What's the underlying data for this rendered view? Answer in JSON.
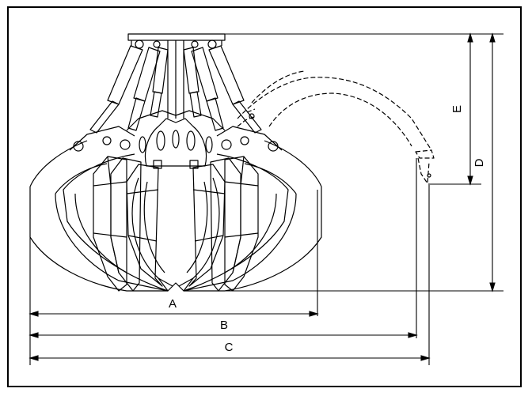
{
  "dimensions": {
    "a": "A",
    "b": "B",
    "c": "C",
    "d": "D",
    "e": "E"
  },
  "colors": {
    "line": "#000000",
    "background": "#ffffff"
  }
}
